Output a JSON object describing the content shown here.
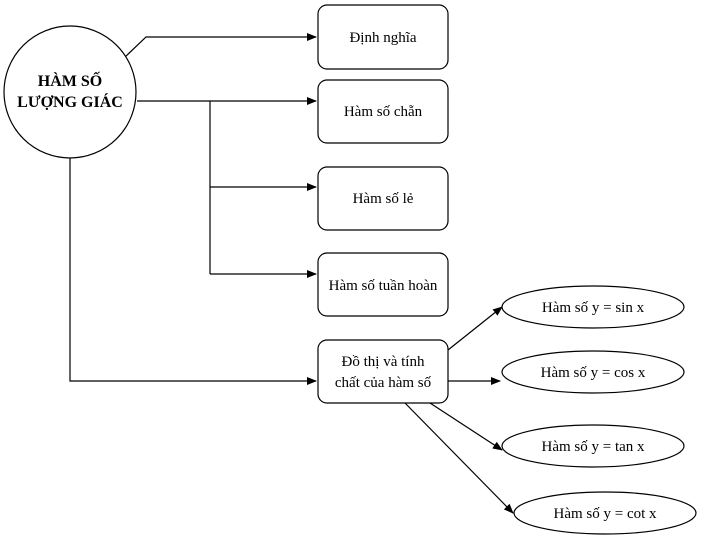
{
  "root": {
    "line1": "HÀM SỐ",
    "line2": "LƯỢNG GIÁC"
  },
  "branches": [
    {
      "label": "Định nghĩa"
    },
    {
      "label": "Hàm số chẵn"
    },
    {
      "label": "Hàm số lẻ"
    },
    {
      "label": "Hàm số tuần hoàn"
    },
    {
      "line1": "Đồ thị và tính",
      "line2": "chất của hàm số"
    }
  ],
  "functions": [
    {
      "label": "Hàm số y = sin x"
    },
    {
      "label": "Hàm số y = cos x"
    },
    {
      "label": "Hàm số y = tan x"
    },
    {
      "label": "Hàm số y = cot x"
    }
  ]
}
